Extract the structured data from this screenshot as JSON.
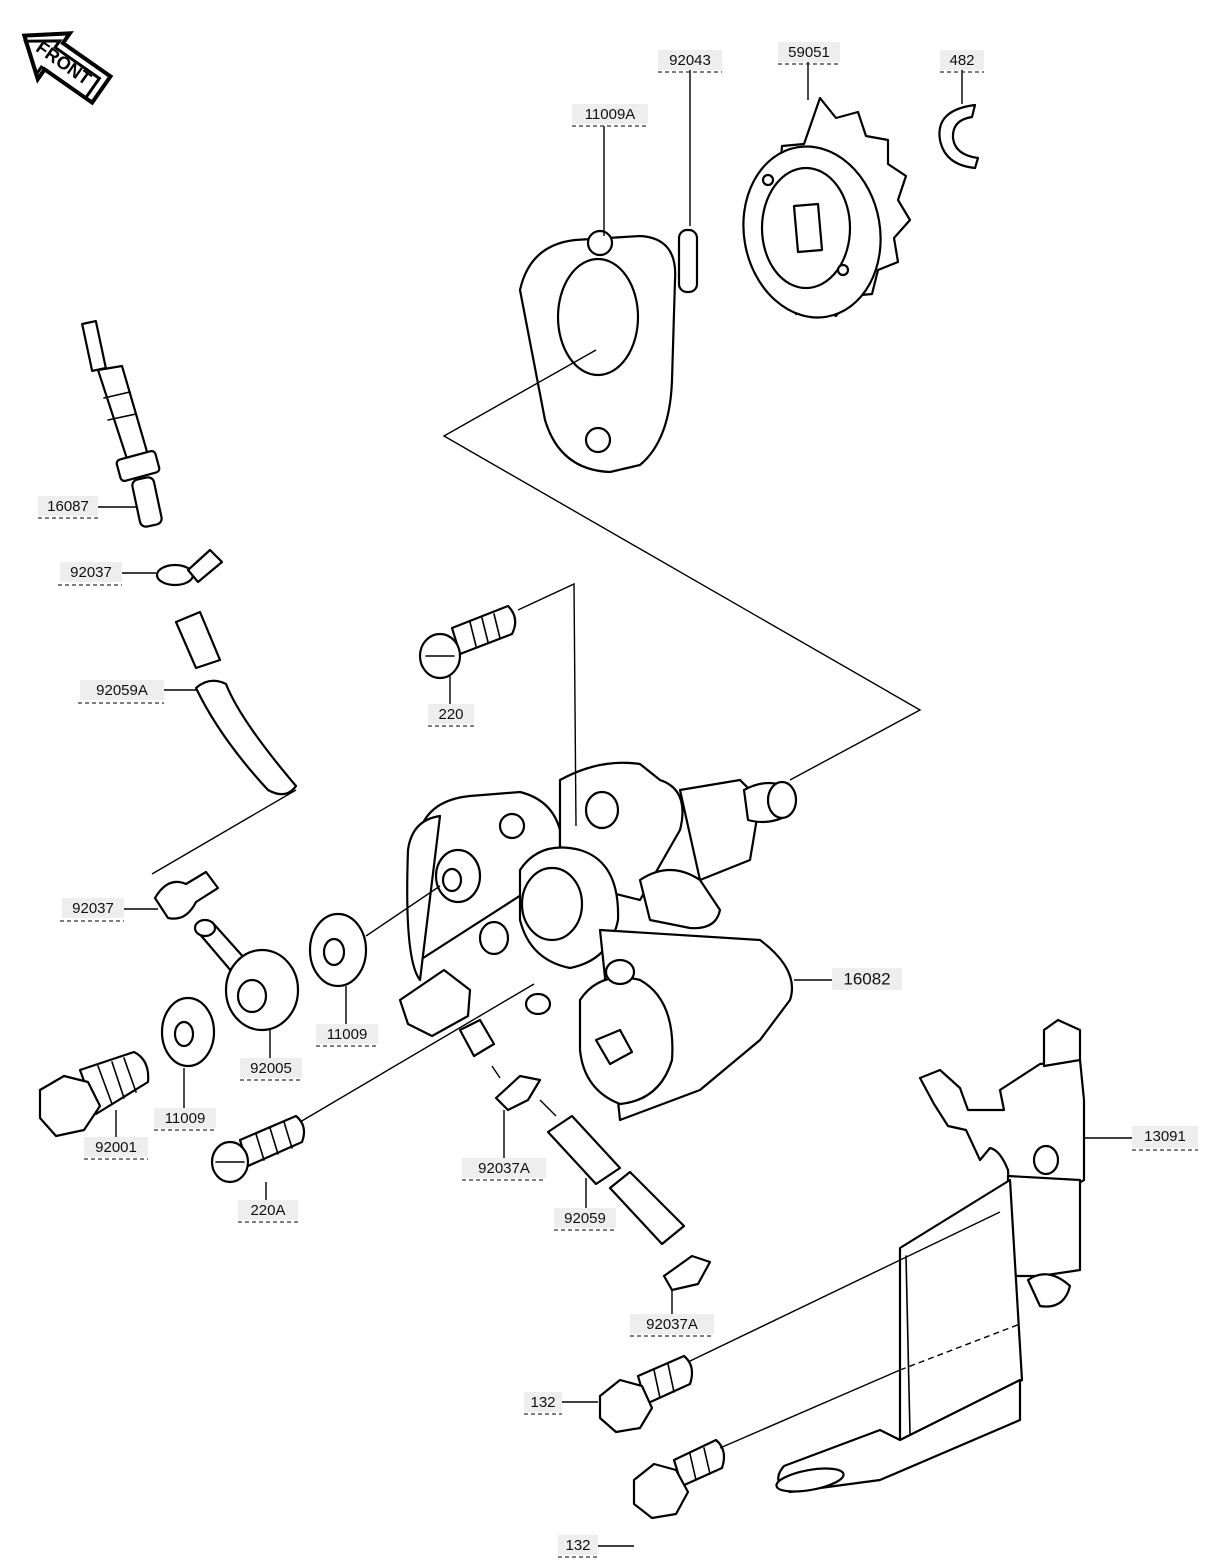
{
  "front_badge": {
    "text": "FRONT"
  },
  "labels": {
    "p11009A": "11009A",
    "p92043": "92043",
    "p59051": "59051",
    "p482": "482",
    "p16087": "16087",
    "p92037_top": "92037",
    "p92059A": "92059A",
    "p220": "220",
    "p92037_mid": "92037",
    "p11009_a": "11009",
    "p16082": "16082",
    "p92005": "92005",
    "p11009_b": "11009",
    "p92001": "92001",
    "p220A": "220A",
    "p92037A_1": "92037A",
    "p92059": "92059",
    "p92037A_2": "92037A",
    "p13091": "13091",
    "p132_a": "132",
    "p132_b": "132"
  }
}
